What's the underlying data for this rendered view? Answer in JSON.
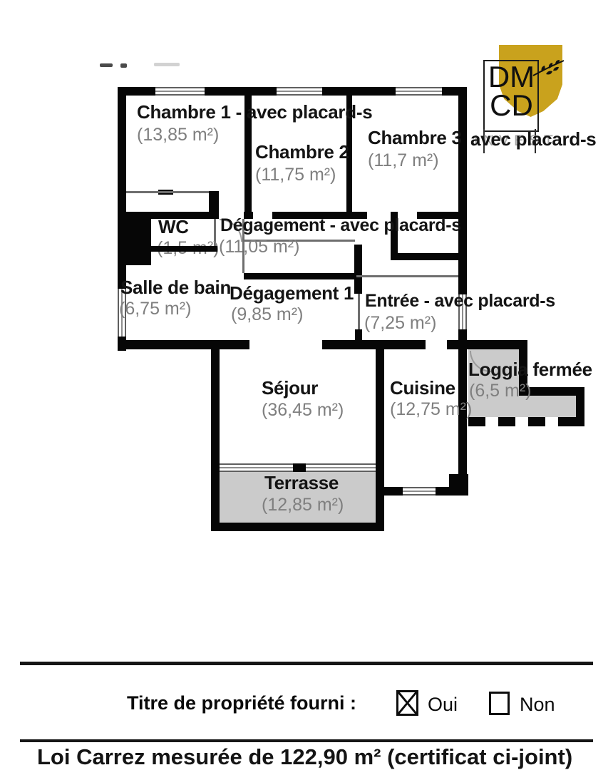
{
  "plan": {
    "rooms": [
      {
        "name": "Chambre 1 - avec placard-s",
        "area": "(13,85 m²)"
      },
      {
        "name": "Chambre 2",
        "area": "(11,75 m²)"
      },
      {
        "name": "Chambre 3",
        "area": "(11,7 m²)"
      },
      {
        "name": "WC",
        "area": "(1,5 m²)"
      },
      {
        "name": "Dégagement - avec placard-s",
        "area": "(11,05 m²)"
      },
      {
        "name": "Salle de bain",
        "area": "(6,75 m²)"
      },
      {
        "name": "Dégagement 1",
        "area": "(9,85 m²)"
      },
      {
        "name": "Entrée - avec placard-s",
        "area": "(7,25 m²)"
      },
      {
        "name": "Séjour",
        "area": "(36,45 m²)"
      },
      {
        "name": "Cuisine",
        "area": "(12,75 m²)"
      },
      {
        "name": "Loggia fermée",
        "area": "(6,5 m²)"
      },
      {
        "name": "Terrasse",
        "area": "(12,85 m²)"
      }
    ],
    "chambre3_suffix": "avec placard-s"
  },
  "logo": {
    "line1": "DM",
    "line2": "CD",
    "subtext": "INVEST",
    "shield_color": "#c9a21d"
  },
  "form": {
    "title": "Titre de propriété fourni :",
    "options": [
      {
        "label": "Oui",
        "checked": true
      },
      {
        "label": "Non",
        "checked": false
      }
    ]
  },
  "bottom_clipped_text": "Loi Carrez mesurée de 122,90 m² (certificat ci-joint)",
  "colors": {
    "wall": "#060606",
    "outdoor_fill": "#cbcbcb",
    "logo_gold": "#c9a21d",
    "area_text": "#7f7f7f"
  }
}
